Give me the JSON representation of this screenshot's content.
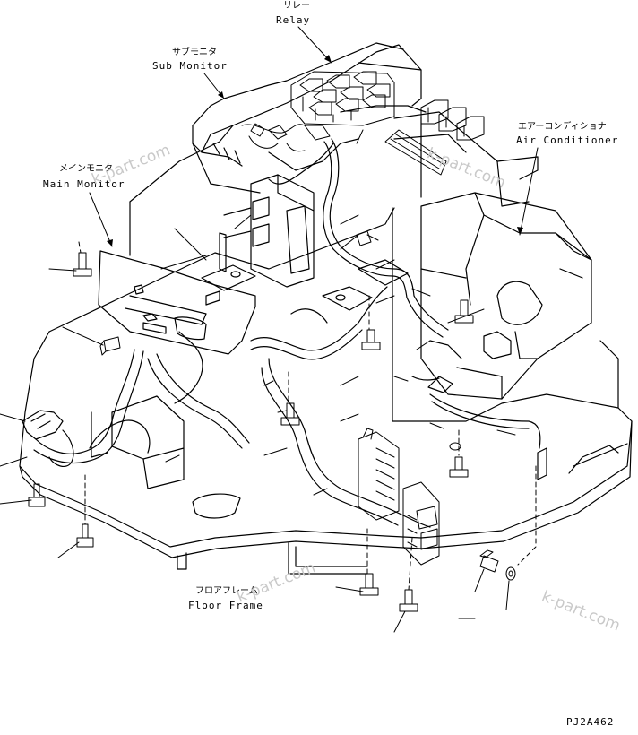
{
  "labels": {
    "relay_jp": "リレー",
    "relay_en": "Relay",
    "sub_monitor_jp": "サブモニタ",
    "sub_monitor_en": "Sub Monitor",
    "main_monitor_jp": "メインモニタ",
    "main_monitor_en": "Main Monitor",
    "air_conditioner_jp": "エアーコンディショナ",
    "air_conditioner_en": "Air Conditioner",
    "floor_frame_jp": "フロアフレーム",
    "floor_frame_en": "Floor Frame",
    "drawing_code": "PJ2A462"
  },
  "watermarks": [
    "k-part.com",
    "k-part.com",
    "k-part.com",
    "k-part.com"
  ],
  "colors": {
    "line": "#000000",
    "background": "#ffffff",
    "watermark": "#c9c9c9"
  }
}
